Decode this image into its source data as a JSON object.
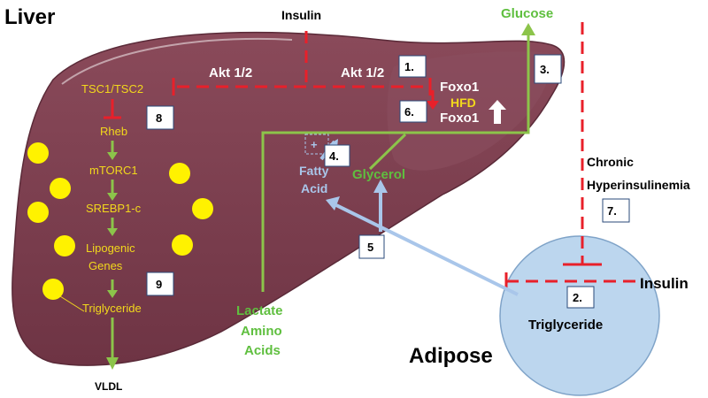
{
  "titles": {
    "liver": "Liver",
    "adipose": "Adipose"
  },
  "hormones": {
    "insulin_top": "Insulin",
    "insulin_right": "Insulin",
    "chronic_line1": "Chronic",
    "chronic_line2": "Hyperinsulinemia"
  },
  "signaling": {
    "akt_left": "Akt 1/2",
    "akt_right": "Akt 1/2",
    "foxo1_top": "Foxo1",
    "hfd": "HFD",
    "foxo1_bottom": "Foxo1"
  },
  "lipogenesis": {
    "tsc": "TSC1/TSC2",
    "rheb": "Rheb",
    "mtorc1": "mTORC1",
    "srebp": "SREBP1-c",
    "lipogenic_line1": "Lipogenic",
    "lipogenic_line2": "Genes",
    "triglyceride": "Triglyceride",
    "vldl": "VLDL"
  },
  "metabolites": {
    "glucose": "Glucose",
    "glycerol": "Glycerol",
    "fatty_line1": "Fatty",
    "fatty_line2": "Acid",
    "lactate": "Lactate",
    "amino_line1": "Amino",
    "amino_line2": "Acids",
    "adipose_triglyceride": "Triglyceride",
    "plus_sign": "+"
  },
  "numbers": [
    "1.",
    "2.",
    "3.",
    "4.",
    "5",
    "6.",
    "7.",
    "8",
    "9"
  ],
  "colors": {
    "liver": "#7a3e4e",
    "liver_light": "#9a5a6a",
    "adipose": "#bcd6ee",
    "inhibition_red": "#e8202a",
    "arrow_green": "#8cc44a",
    "arrow_blue": "#a9c6ea",
    "text_yellow": "#f2d81c",
    "text_green": "#5fbf3f"
  }
}
